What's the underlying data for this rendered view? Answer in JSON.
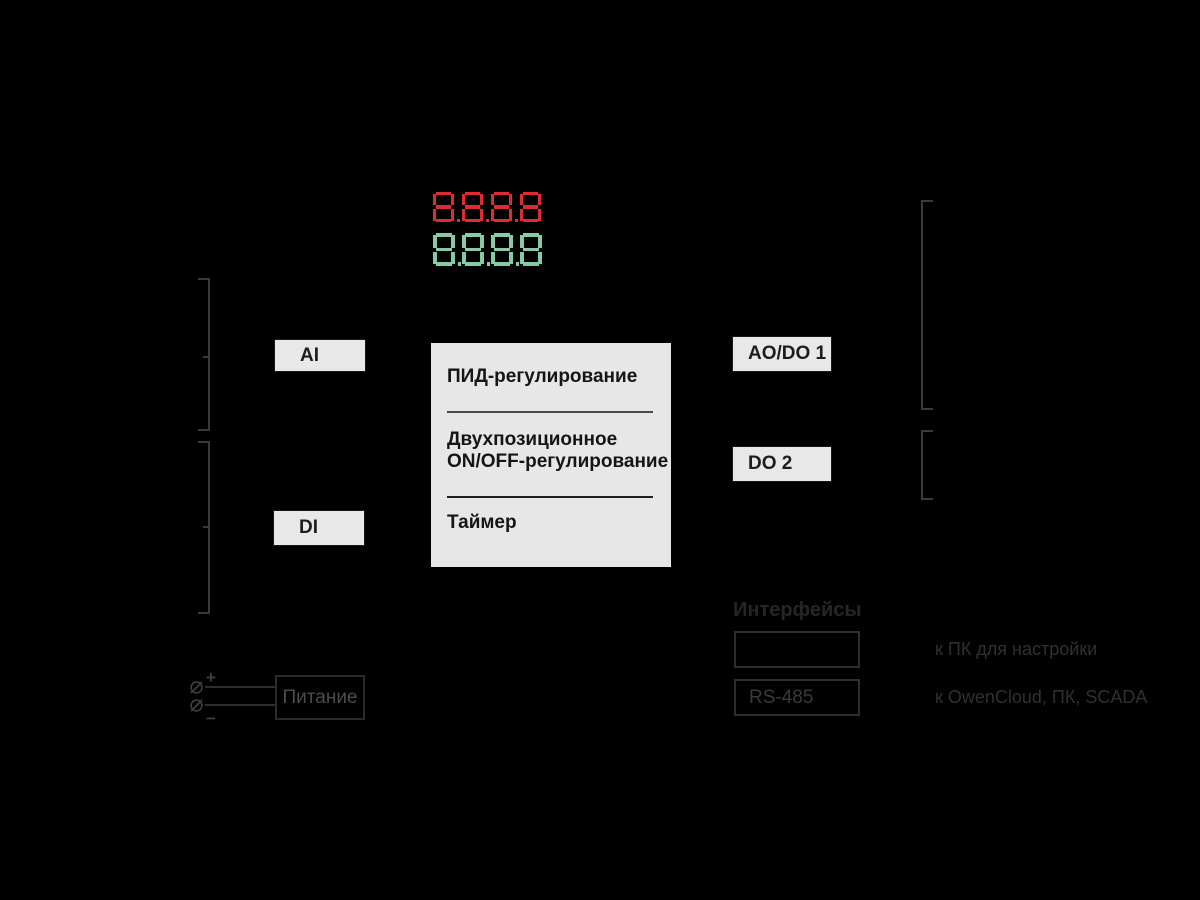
{
  "diagram": {
    "background_color": "#000000",
    "displays": {
      "red": {
        "value": "8.8.8.8",
        "color": "#de2b35"
      },
      "green": {
        "value": "8.8.8.8",
        "color": "#87cba5"
      }
    },
    "inputs": {
      "ai_label": "AI",
      "di_label": "DI"
    },
    "outputs": {
      "aodo1_label": "AO/DO 1",
      "do2_label": "DO 2"
    },
    "functions": {
      "item1": "ПИД-регулирование",
      "item2_line1": "Двухпозиционное",
      "item2_line2": "ON/OFF-регулирование",
      "item3": "Таймер"
    },
    "interfaces": {
      "title": "Интерфейсы",
      "box1_label": "",
      "box2_label": "RS-485",
      "note1": "к ПК для настройки",
      "note2": "к OwenCloud, ПК, SCADA"
    },
    "power": {
      "label": "Питание",
      "plus": "+",
      "minus": "−"
    },
    "icons": {
      "terminal_screw": "circle-with-slash"
    },
    "colors": {
      "panel_fill": "#e7e7e7",
      "io_box_fill": "#e8e8e8",
      "line_gray": "#3a3a3a",
      "text_gray": "#303030"
    }
  }
}
